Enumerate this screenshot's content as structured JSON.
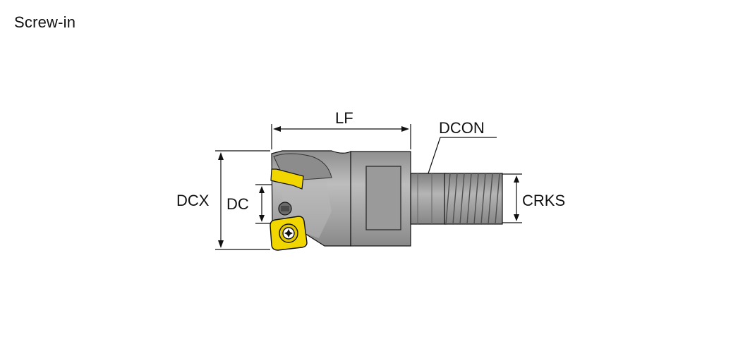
{
  "page": {
    "title": "Screw-in"
  },
  "labels": {
    "lf": "LF",
    "dcon": "DCON",
    "dcx": "DCX",
    "dc": "DC",
    "crks": "CRKS"
  },
  "colors": {
    "body": "#a8a8a8",
    "insert": "#f2d600",
    "line": "#111111"
  }
}
